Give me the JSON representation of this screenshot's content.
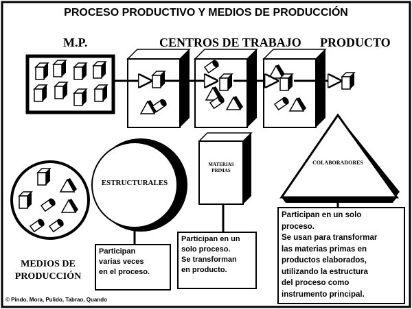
{
  "title": "PROCESO PRODUCTIVO Y MEDIOS DE PRODUCCIÓN",
  "headers": {
    "mp": "M.P.",
    "centros": "CENTROS DE TRABAJO",
    "producto": "PRODUCTO"
  },
  "medios": {
    "line1": "MEDIOS DE",
    "line2": "PRODUCCIÓN"
  },
  "estructurales": {
    "label": "ESTRUCTURALES",
    "desc": [
      "Participan",
      "varias veces",
      "en el proceso."
    ]
  },
  "materias": {
    "label1": "MATERIAS",
    "label2": "PRIMAS",
    "desc": [
      "Participan en un",
      "solo proceso.",
      "Se transforman",
      "en producto."
    ]
  },
  "colaboradores": {
    "label": "COLABORADORES",
    "desc": [
      "Participan en un solo",
      "proceso.",
      "Se usan para transformar",
      "las materias primas en",
      "productos elaborados,",
      "utilizando la estructura",
      "del  proceso como",
      "instrumento principal."
    ]
  },
  "credit": "© Pindo, Mora, Pulido, Tabrao, Quando"
}
